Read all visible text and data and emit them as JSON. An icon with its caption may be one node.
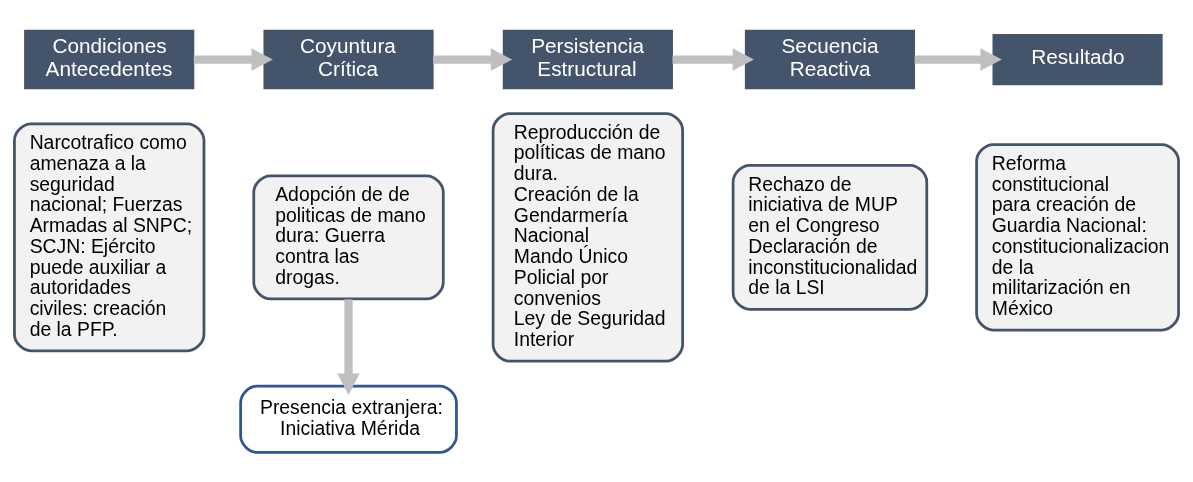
{
  "diagram": {
    "nodes": [
      {
        "text": [
          "Condiciones Antecedentes"
        ]
      },
      {
        "text": [
          "Narcotrafico como amenaza a la seguridad nacional; Fuerzas Armadas al SNPC; SCJN: Ejército puede auxiliar a autoridades civiles: creación de la PFP."
        ]
      },
      {
        "text": [
          "Coyuntura Crítica"
        ]
      },
      {
        "text": [
          "Adopción de de politicas de mano dura: Guerra contra las drogas."
        ]
      },
      {
        "text": [
          "Presencia extranjera: Iniciativa Mérida"
        ]
      },
      {
        "text": [
          "Persistencia Estructural"
        ]
      },
      {
        "text": [
          "Reproducción de políticas de mano dura.",
          "Creación de la Gendarmería Nacional",
          "Mando Único Policial por convenios",
          "Ley de Seguridad Interior"
        ]
      },
      {
        "text": [
          "Secuencia Reactiva"
        ]
      },
      {
        "text": [
          "Rechazo de iniciativa de MUP en el Congreso",
          "Declaración de inconstitucionalidad de la LSI"
        ]
      },
      {
        "text": [
          "Resultado"
        ]
      },
      {
        "text": [
          "Reforma constitucional para creación de Guardia Nacional: constitucionalizacion de la militarización en México"
        ]
      }
    ],
    "edges": [
      {
        "from": 0,
        "to": 2,
        "arrow": "to"
      },
      {
        "from": 2,
        "to": 5,
        "arrow": "to"
      },
      {
        "from": 5,
        "to": 7,
        "arrow": "to"
      },
      {
        "from": 7,
        "to": 9,
        "arrow": "to"
      },
      {
        "from": 3,
        "to": 4,
        "arrow": "to"
      }
    ]
  }
}
